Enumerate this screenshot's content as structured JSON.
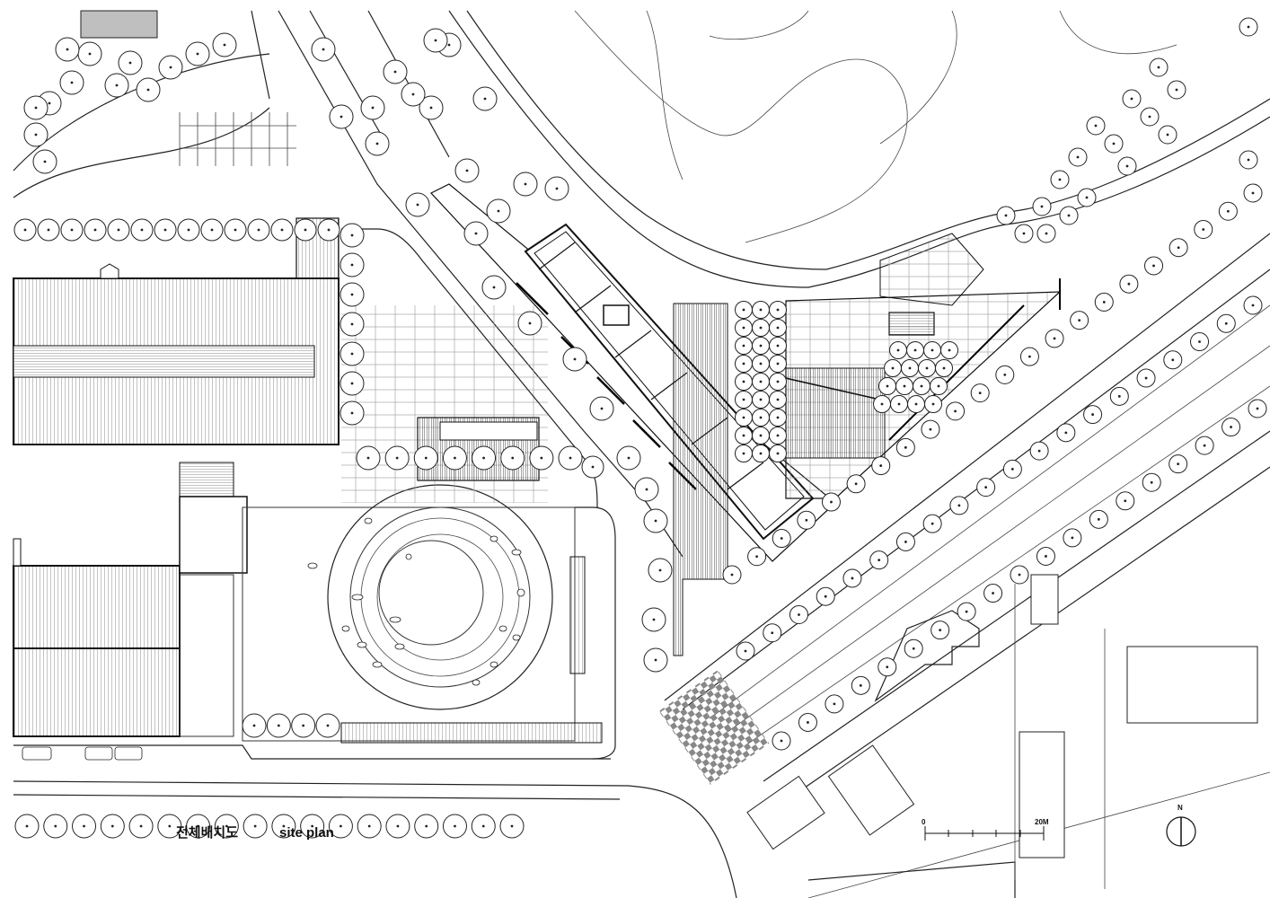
{
  "drawing": {
    "title_korean": "전체배치도",
    "title_english": "site plan"
  },
  "scale_bar": {
    "start_label": "0",
    "end_label": "20M"
  },
  "north_arrow": {
    "label": "N"
  }
}
